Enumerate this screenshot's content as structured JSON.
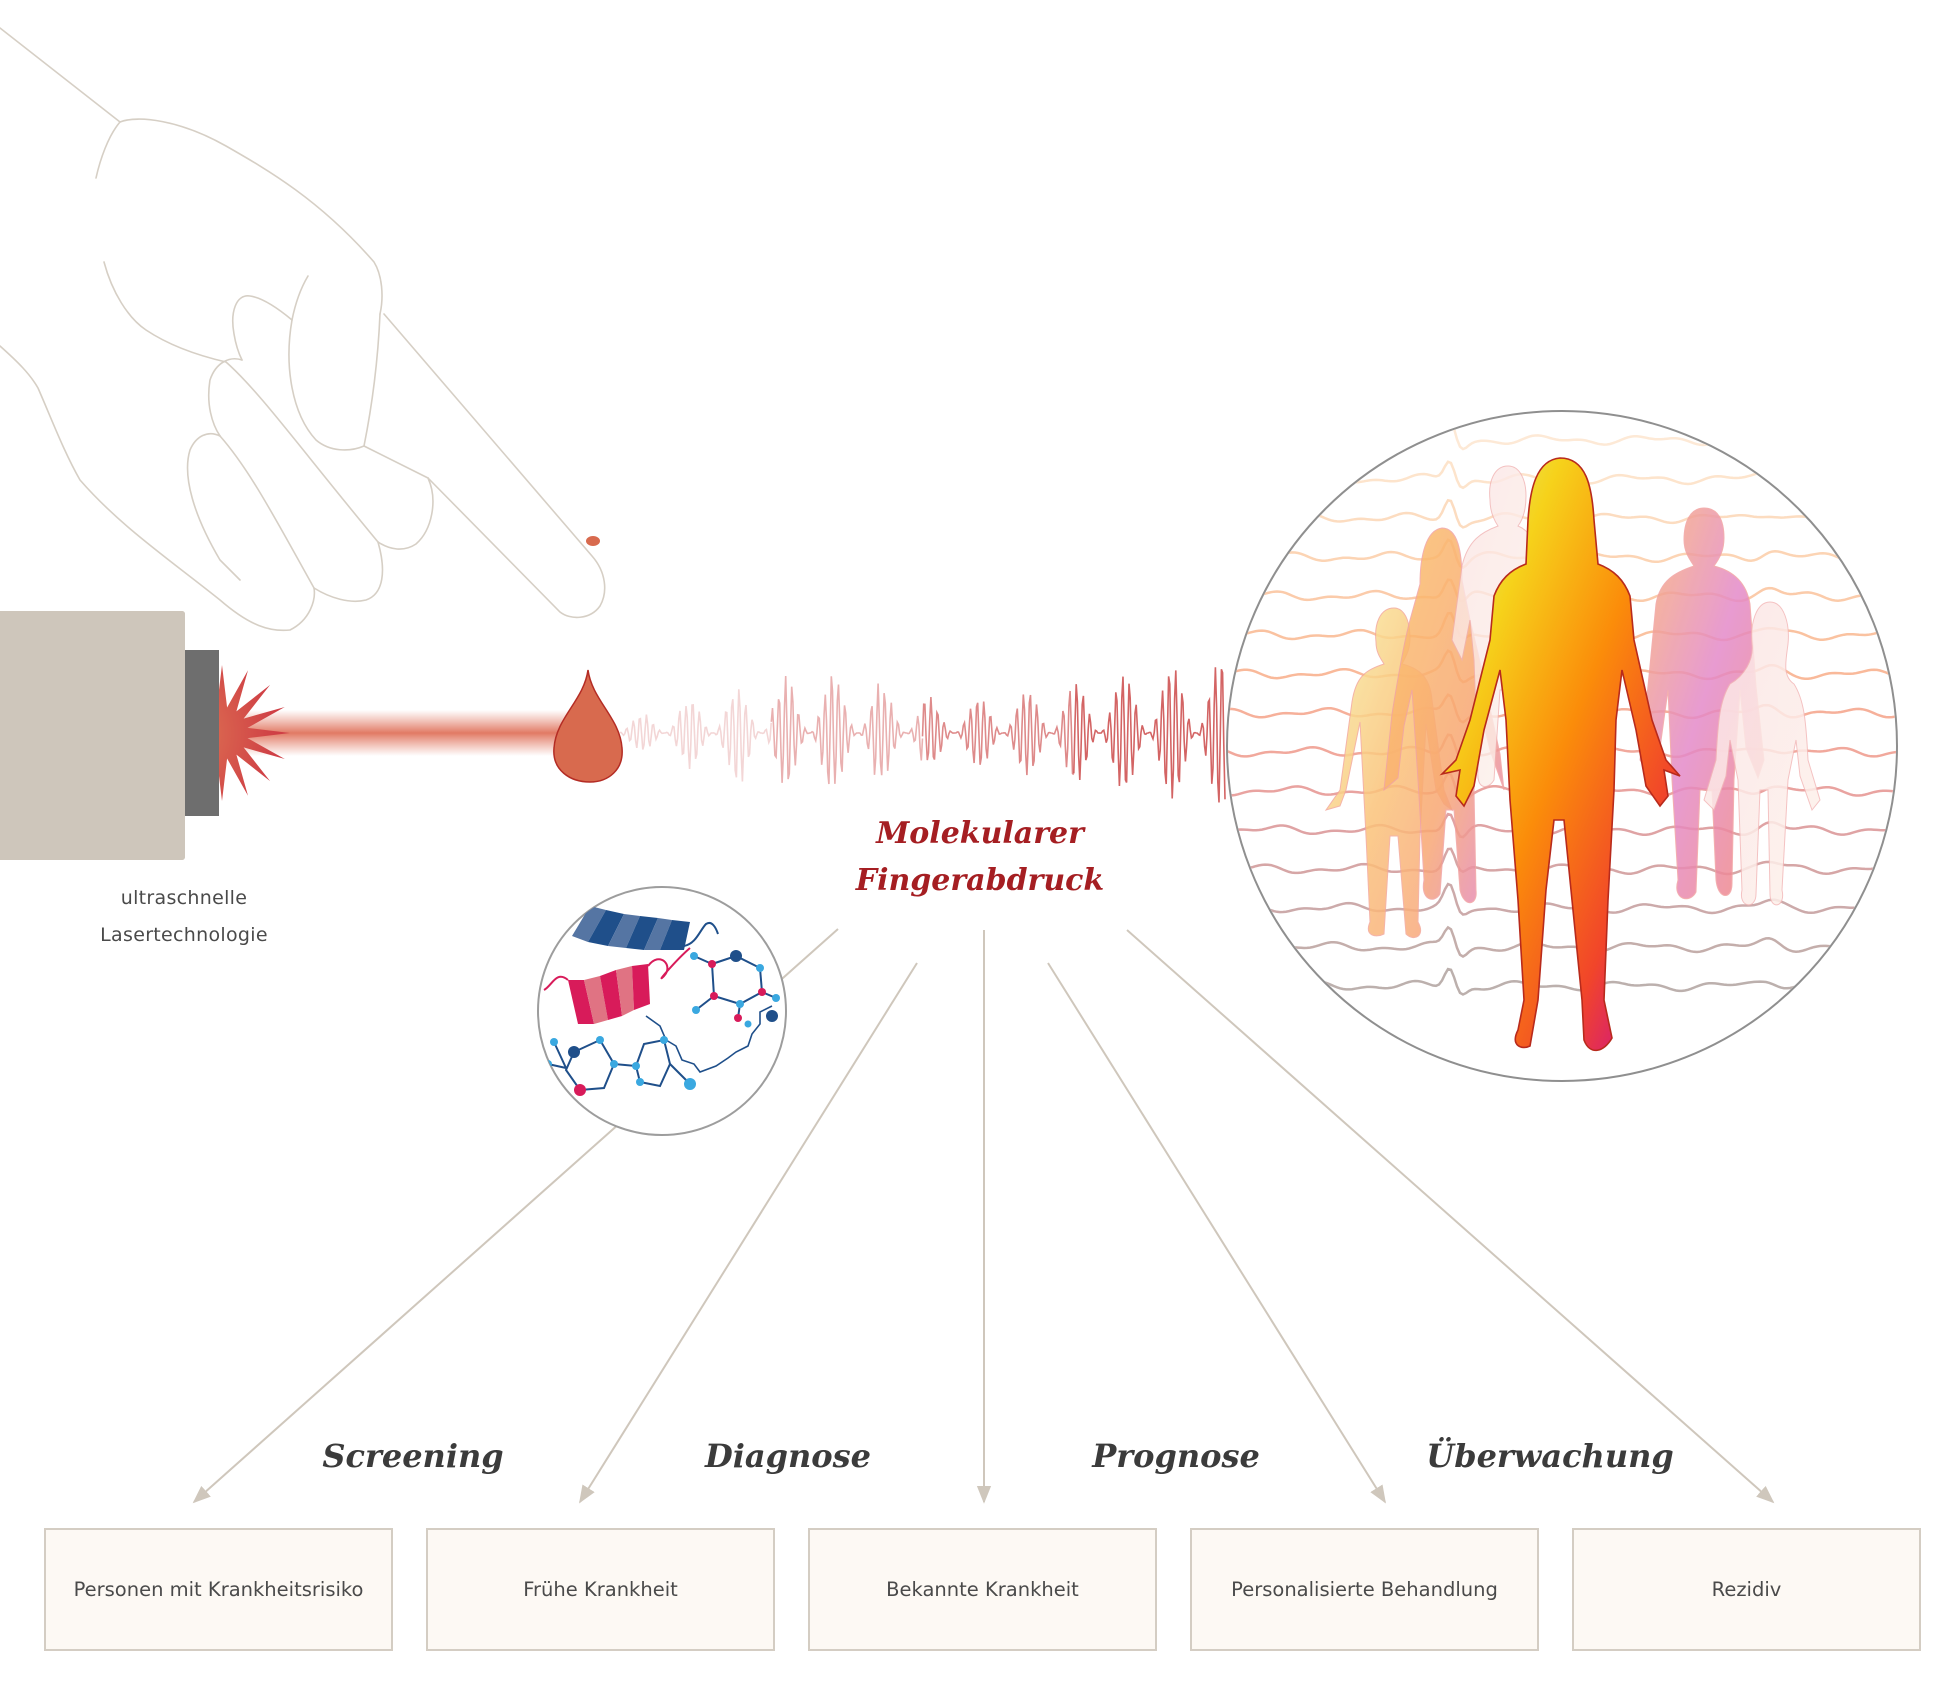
{
  "laser": {
    "caption_line1": "ultraschnelle",
    "caption_line2": "Lasertechnologie"
  },
  "fingerprint": {
    "title_line1": "Molekularer",
    "title_line2": "Fingerabdruck"
  },
  "stages": [
    {
      "label": "Screening"
    },
    {
      "label": "Diagnose"
    },
    {
      "label": "Prognose"
    },
    {
      "label": "Überwachung"
    }
  ],
  "outcomes": [
    {
      "label": "Personen mit Krankheitsrisiko"
    },
    {
      "label": "Frühe Krankheit"
    },
    {
      "label": "Bekannte Krankheit"
    },
    {
      "label": "Personalisierte Behandlung"
    },
    {
      "label": "Rezidiv"
    }
  ],
  "icons": {
    "hand": "pointing-hand-icon",
    "laser": "laser-device-icon",
    "drop": "blood-drop-icon",
    "molecules": "molecules-icon",
    "population": "human-population-icon"
  },
  "colors": {
    "accent_red": "#a51e22",
    "laser_red": "#d9694e",
    "line_beige": "#d4cdc3",
    "box_fill": "#fdf9f4",
    "navy": "#1f4f8a",
    "magenta": "#d81b5a",
    "cyan": "#3aa8e0"
  }
}
